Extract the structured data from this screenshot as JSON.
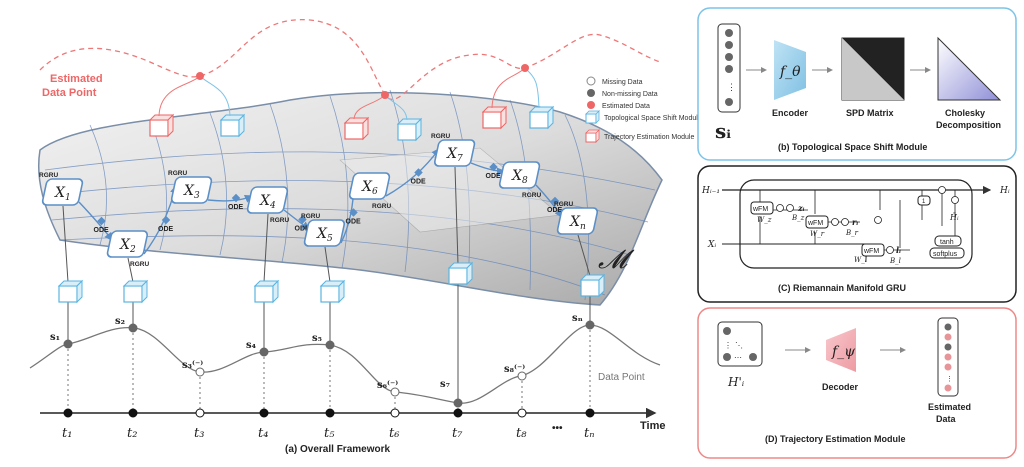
{
  "main": {
    "estimated_label_1": "Estimated",
    "estimated_label_2": "Data Point",
    "data_point_label": "Data Point",
    "caption": "(a) Overall Framework",
    "time_label": "Time",
    "manifold_label": "𝓜",
    "ellipsis": "•••",
    "nodes": [
      "X",
      "X",
      "X",
      "X",
      "X",
      "X",
      "X",
      "X",
      "X"
    ],
    "node_subs": [
      "1",
      "2",
      "3",
      "4",
      "5",
      "6",
      "7",
      "8",
      "n"
    ],
    "rgru": "RGRU",
    "ode": "ODE",
    "samples": [
      "s₁",
      "s₂",
      "s₃⁽⁻⁾",
      "s₄",
      "s₅",
      "s₆⁽⁻⁾",
      "s₇",
      "s₈⁽⁻⁾",
      "sₙ"
    ],
    "times": [
      "t₁",
      "t₂",
      "t₃",
      "t₄",
      "t₅",
      "t₆",
      "t₇",
      "t₈",
      "tₙ"
    ]
  },
  "legend": {
    "items": [
      "Missing Data",
      "Non-missing Data",
      "Estimated Data",
      "Topological Space Shift Module",
      "Trajectory Estimation Module"
    ]
  },
  "panel_b": {
    "s_label": "sᵢ",
    "f_label": "f_θ",
    "encoder": "Encoder",
    "spd": "SPD Matrix",
    "cholesky_1": "Cholesky",
    "cholesky_2": "Decomposition",
    "caption": "(b) Topological Space Shift Module"
  },
  "panel_c": {
    "h_in": "Hᵢ₋₁",
    "h_out": "Hᵢ",
    "x_in": "Xᵢ",
    "wfm": "wFM",
    "z": "zᵢ",
    "r": "rᵢ",
    "l": "lᵢ",
    "wz": "W_z",
    "wr": "W_r",
    "wl": "W_l",
    "bz": "B_z",
    "br": "B_r",
    "bl": "B_l",
    "h_tilde": "H̃ᵢ",
    "tanh": "tanh",
    "softplus": "softplus",
    "one": "1",
    "caption": "(C) Riemannain Manifold GRU"
  },
  "panel_d": {
    "h_label": "H'ᵢ",
    "f_label": "f_ψ",
    "decoder": "Decoder",
    "est_1": "Estimated",
    "est_2": "Data",
    "caption": "(D) Trajectory Estimation Module"
  },
  "colors": {
    "blue": "#8ecbe8",
    "red": "#f08a8a",
    "dark": "#333333",
    "gray": "#777777"
  }
}
